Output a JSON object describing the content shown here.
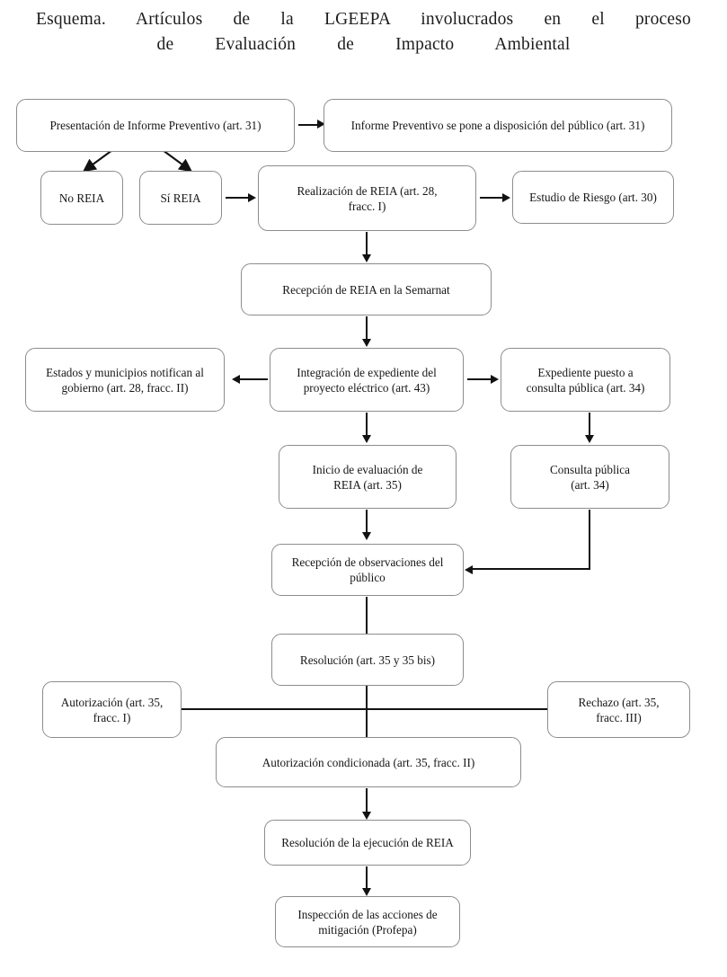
{
  "title": {
    "line1": "Esquema. Artículos de la LGEEPA involucrados en el proceso",
    "line2": "de Evaluación de Impacto Ambiental"
  },
  "chart_data": {
    "type": "diagram",
    "diagram_kind": "flowchart",
    "title": "Esquema. Artículos de la LGEEPA involucrados en el proceso de Evaluación de Impacto Ambiental",
    "node_count": 17,
    "edge_count": 17
  },
  "nodes": {
    "presentacion_informe": {
      "text": "Presentación de Informe Preventivo (art. 31)"
    },
    "informe_disposicion": {
      "text": "Informe Preventivo se pone a disposición del público (art. 31)"
    },
    "no_reia": {
      "text": "No REIA"
    },
    "si_reia": {
      "text": "Sí REIA"
    },
    "realizacion_reia_l1": {
      "text": "Realización de REIA (art.  28,"
    },
    "realizacion_reia_l2": {
      "text": "fracc. I)"
    },
    "estudio_riesgo": {
      "text": "Estudio de Riesgo (art. 30)"
    },
    "recepcion_semarnat": {
      "text": "Recepción de REIA en la Semarnat"
    },
    "estados_municipios_l1": {
      "text": "Estados y municipios notifican al"
    },
    "estados_municipios_l2": {
      "text": "gobierno (art. 28, fracc. II)"
    },
    "integracion_expediente_l1": {
      "text": "Integración de expediente del"
    },
    "integracion_expediente_l2": {
      "text": "proyecto eléctrico (art. 43)"
    },
    "expediente_consulta_l1": {
      "text": "Expediente puesto a"
    },
    "expediente_consulta_l2": {
      "text": "consulta pública (art. 34)"
    },
    "inicio_evaluacion_l1": {
      "text": "Inicio de evaluación de"
    },
    "inicio_evaluacion_l2": {
      "text": "REIA (art. 35)"
    },
    "consulta_publica_l1": {
      "text": "Consulta pública"
    },
    "consulta_publica_l2": {
      "text": "(art. 34)"
    },
    "recepcion_observaciones_l1": {
      "text": "Recepción de observaciones del"
    },
    "recepcion_observaciones_l2": {
      "text": "público"
    },
    "resolucion": {
      "text": "Resolución (art. 35 y 35 bis)"
    },
    "autorizacion_l1": {
      "text": "Autorización (art. 35,"
    },
    "autorizacion_l2": {
      "text": "fracc. I)"
    },
    "rechazo_l1": {
      "text": "Rechazo (art. 35,"
    },
    "rechazo_l2": {
      "text": "fracc. III)"
    },
    "autorizacion_condicionada": {
      "text": "Autorización condicionada (art. 35, fracc. II)"
    },
    "resolucion_ejecucion": {
      "text": "Resolución de la ejecución de REIA"
    },
    "inspeccion_l1": {
      "text": "Inspección de las acciones de"
    },
    "inspeccion_l2": {
      "text": "mitigación (Profepa)"
    }
  },
  "colors": {
    "box_border": "#8d8d8d",
    "connector": "#121212",
    "text": "#161616",
    "background": "#ffffff"
  }
}
